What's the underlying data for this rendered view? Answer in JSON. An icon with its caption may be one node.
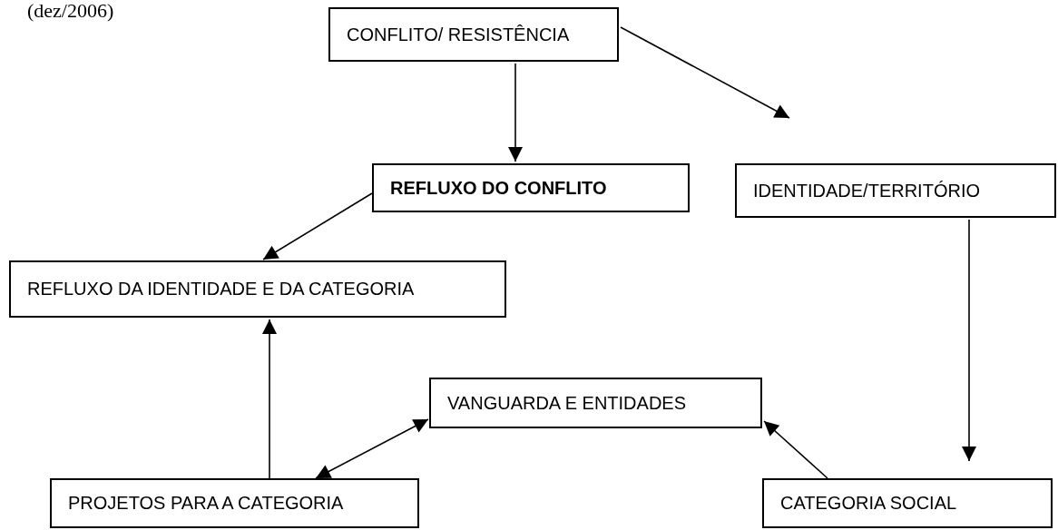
{
  "diagram": {
    "nodes": [
      {
        "text": [
          "CONFLITO/ RESISTÊNCIA"
        ]
      },
      {
        "text": [
          "REFLUXO DO CONFLITO"
        ]
      },
      {
        "text": [
          "IDENTIDADE/TERRITÓRIO"
        ]
      },
      {
        "text": [
          "REFLUXO DA IDENTIDADE E DA CATEGORIA"
        ]
      },
      {
        "text": [
          "VANGUARDA E ENTIDADES"
        ]
      },
      {
        "text": [
          "PROJETOS PARA A CATEGORIA"
        ]
      },
      {
        "text": [
          "CATEGORIA SOCIAL"
        ]
      }
    ],
    "edges": [
      {
        "from": 0,
        "to": 1,
        "arrow": "to"
      },
      {
        "from": 0,
        "to": 2,
        "arrow": "to"
      },
      {
        "from": 1,
        "to": 3,
        "arrow": "to"
      },
      {
        "from": 2,
        "to": 6,
        "arrow": "to"
      },
      {
        "from": 6,
        "to": 4,
        "arrow": "to"
      },
      {
        "from": 5,
        "to": 4,
        "arrow": "both"
      },
      {
        "from": 5,
        "to": 3,
        "arrow": "to"
      }
    ],
    "labels": [
      "(dez/2006)"
    ]
  }
}
